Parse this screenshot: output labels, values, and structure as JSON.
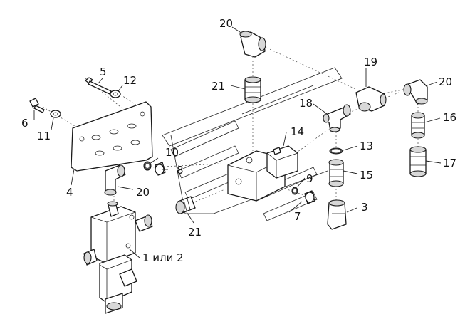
{
  "callouts": {
    "n1": "1 или 2",
    "n3": "3",
    "n4": "4",
    "n5": "5",
    "n6": "6",
    "n7": "7",
    "n8": "8",
    "n9": "9",
    "n10": "10",
    "n11": "11",
    "n12": "12",
    "n13": "13",
    "n14": "14",
    "n15": "15",
    "n16": "16",
    "n17": "17",
    "n18": "18",
    "n19": "19",
    "n20a": "20",
    "n20b": "20",
    "n20c": "20",
    "n21a": "21",
    "n21b": "21"
  }
}
